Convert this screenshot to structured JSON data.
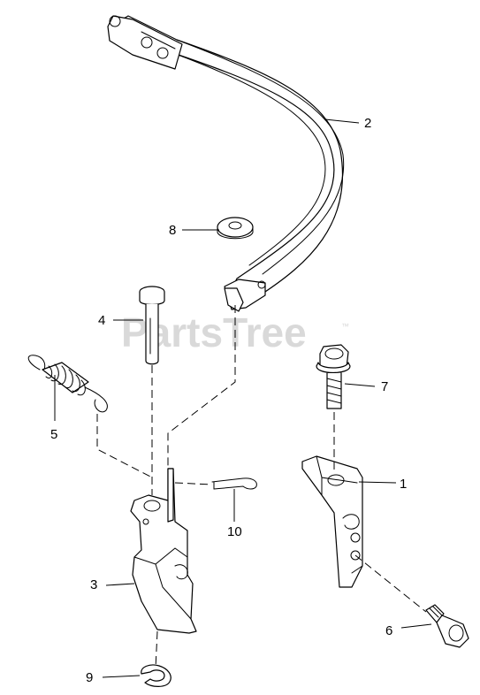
{
  "watermark": {
    "text": "PartsTree",
    "trademark": "™"
  },
  "callouts": [
    {
      "id": "1",
      "label": "1"
    },
    {
      "id": "2",
      "label": "2"
    },
    {
      "id": "3",
      "label": "3"
    },
    {
      "id": "4",
      "label": "4"
    },
    {
      "id": "5",
      "label": "5"
    },
    {
      "id": "6",
      "label": "6"
    },
    {
      "id": "7",
      "label": "7"
    },
    {
      "id": "8",
      "label": "8"
    },
    {
      "id": "9",
      "label": "9"
    },
    {
      "id": "10",
      "label": "10"
    }
  ]
}
